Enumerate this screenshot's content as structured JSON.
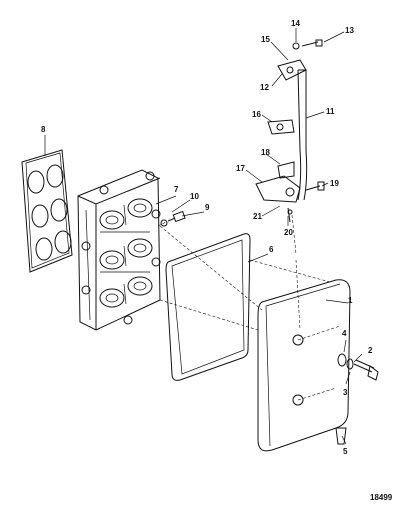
{
  "callouts": [
    "1",
    "2",
    "3",
    "4",
    "5",
    "6",
    "7",
    "8",
    "9",
    "10",
    "11",
    "12",
    "13",
    "14",
    "15",
    "16",
    "17",
    "18",
    "19",
    "20",
    "21"
  ],
  "figure_number": "18499"
}
